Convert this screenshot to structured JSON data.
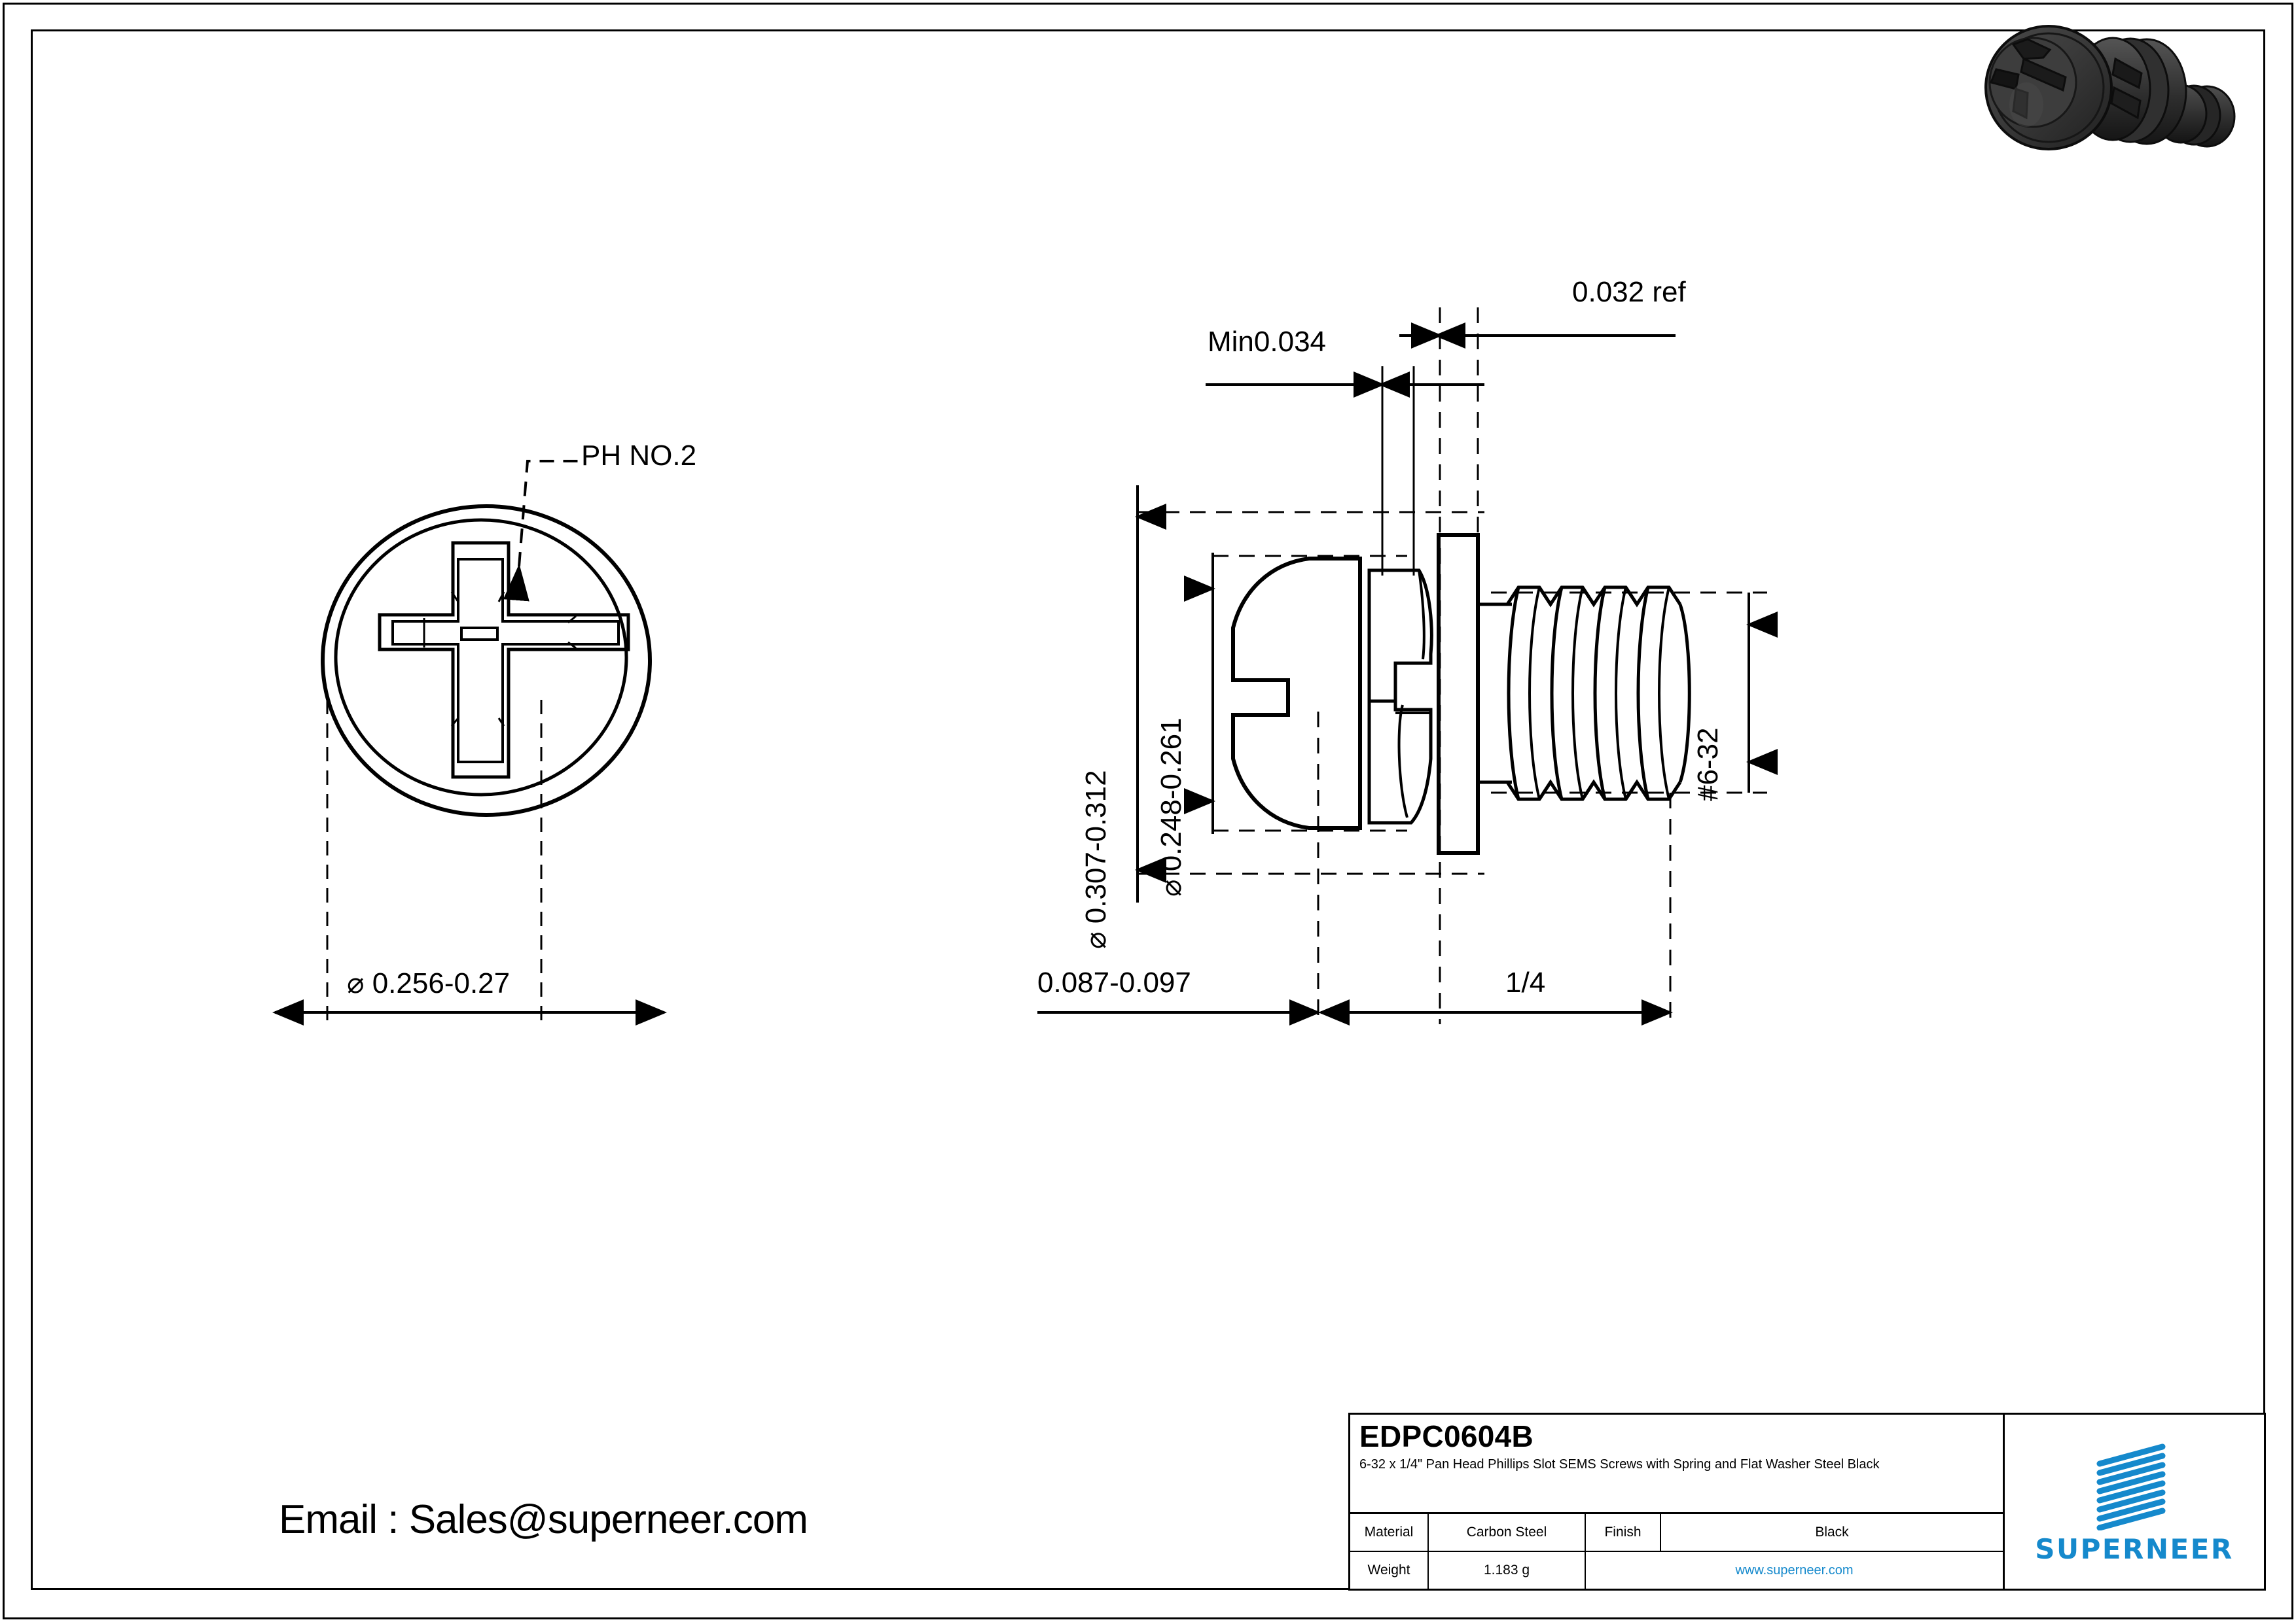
{
  "drawing": {
    "part_number": "EDPC0604B",
    "description": "6-32 x 1/4\" Pan Head Phillips Slot SEMS Screws with Spring and Flat Washer Steel Black",
    "email_line": "Email : Sales@superneer.com"
  },
  "title_block": {
    "material_label": "Material",
    "material_value": "Carbon Steel",
    "finish_label": "Finish",
    "finish_value": "Black",
    "weight_label": "Weight",
    "weight_value": "1.183 g",
    "website": "www.superneer.com",
    "brand": "SUPERNEER",
    "brand_color": "#1589CC"
  },
  "front_view": {
    "drive_callout": "PH NO.2",
    "head_diameter": "⌀ 0.256-0.27"
  },
  "side_view": {
    "flat_washer_thickness": "0.032 ref",
    "spring_washer_min": "Min0.034",
    "flat_washer_od": "⌀ 0.307-0.312",
    "head_diameter": "⌀ 0.248-0.261",
    "head_height": "0.087-0.097",
    "thread_length": "1/4",
    "thread_spec": "#6-32"
  },
  "colors": {
    "line": "#000000",
    "accent": "#1589CC",
    "render_body": "#3a3a3a",
    "render_dark": "#1c1c1c"
  }
}
